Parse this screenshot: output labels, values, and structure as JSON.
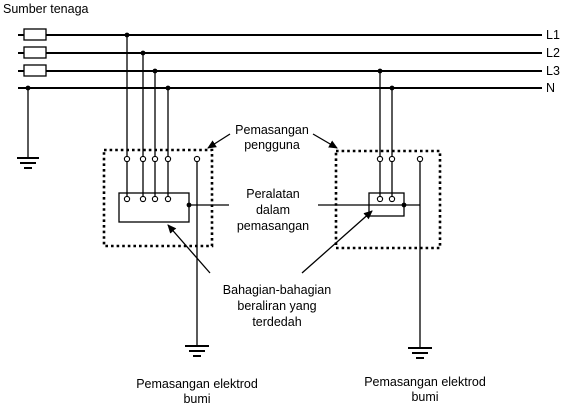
{
  "source_label": "Sumber tenaga",
  "lines": [
    "L1",
    "L2",
    "L3",
    "N"
  ],
  "labels": {
    "installation": [
      "Pemasangan",
      "pengguna"
    ],
    "equipment": [
      "Peralatan",
      "dalam",
      "pemasangan"
    ],
    "exposed_parts": [
      "Bahagian-bahagian",
      "beraliran yang",
      "terdedah"
    ],
    "earth_left": [
      "Pemasangan elektrod",
      "bumi"
    ],
    "earth_right": [
      "Pemasangan elektrod",
      "bumi"
    ]
  }
}
